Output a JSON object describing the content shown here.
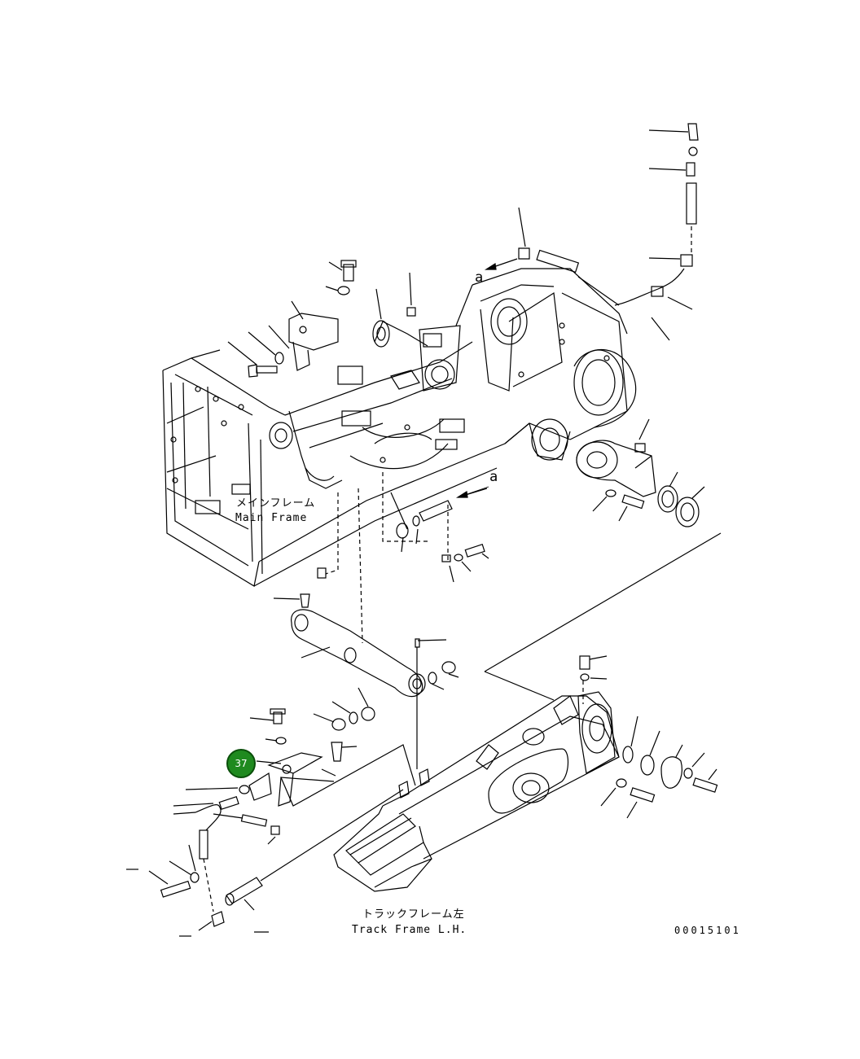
{
  "labels": {
    "main_frame_jp": "メインフレーム",
    "main_frame_en": "Main Frame",
    "track_frame_jp": "トラックフレーム左",
    "track_frame_en": "Track Frame L.H.",
    "drawing_number": "00015101",
    "view_mark_top": "a",
    "view_mark_mid": "a"
  },
  "callouts": [
    {
      "number": "37",
      "color": "#1f8a1f"
    }
  ]
}
